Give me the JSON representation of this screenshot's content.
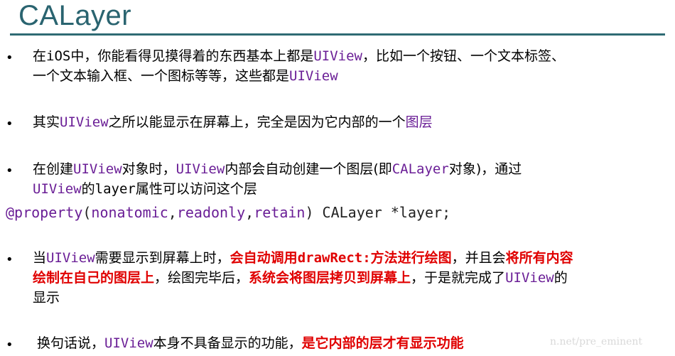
{
  "title": "CALayer",
  "bullet_char": "•",
  "bullets": [
    {
      "line1": {
        "a": "在",
        "b": "iOS",
        "c": "中，你能看得见摸得着的东西基本上都是",
        "d": "UIView",
        "e": "，比如一个按钮、一个文本标签、"
      },
      "line2": {
        "a": "一个文本输入框、一个图标等等，这些都是",
        "b": "UIView"
      }
    },
    {
      "line1": {
        "a": "其实",
        "b": "UIView",
        "c": "之所以能显示在屏幕上，完全是因为它内部的一个",
        "d": "图层"
      }
    },
    {
      "line1": {
        "a": "在创建",
        "b": "UIView",
        "c": "对象时，",
        "d": "UIView",
        "e": "内部会自动创建一个图层(即",
        "f": "CALayer",
        "g": "对象)，通过"
      },
      "line2": {
        "a": "UIView",
        "b": "的",
        "c": "layer",
        "d": "属性可以访问这个层"
      }
    },
    {
      "line1": {
        "a": "当",
        "b": "UIView",
        "c": "需要显示到屏幕上时，",
        "d": "会自动调用",
        "e": "drawRect:",
        "f": "方法进行绘图",
        "g": "，并且会",
        "h": "将所有内容"
      },
      "line2": {
        "a": "绘制在自己的图层上",
        "b": "，绘图完毕后，",
        "c": "系统会将图层拷贝到屏幕上",
        "d": "，于是就完成了",
        "e": "UIView",
        "f": "的"
      },
      "line3": {
        "a": "显示"
      }
    },
    {
      "line1": {
        "a": "换句话说，",
        "b": "UIView",
        "c": "本身不具备显示的功能，",
        "d": "是它内部的层才有显示功能"
      }
    }
  ],
  "code": {
    "at": "@property",
    "open": "(",
    "attr1": "nonatomic",
    "comma1": ",",
    "attr2": "readonly",
    "comma2": ",",
    "attr3": "retain",
    "rest": ") CALayer *layer;"
  },
  "watermark": "n.net/pre_eminent",
  "colors": {
    "title": "#2a6470",
    "rule": "#2f6b74",
    "keyword": "#6a1e96",
    "highlight": "#e00000"
  }
}
